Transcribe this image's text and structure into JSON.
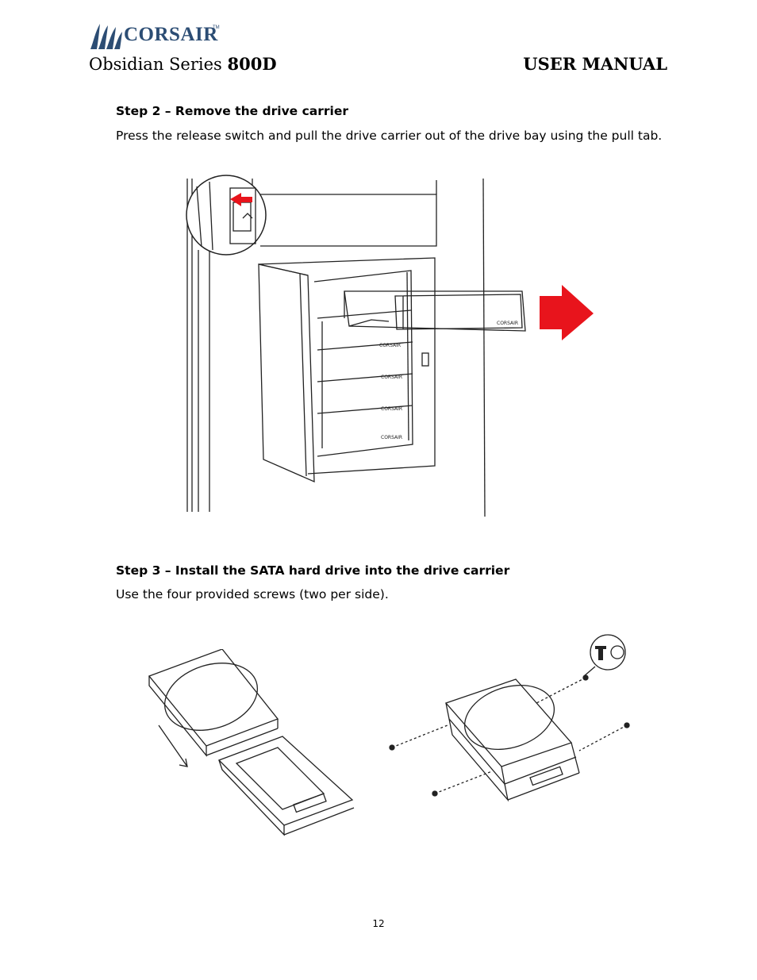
{
  "brand": {
    "name": "CORSAIR",
    "tm": "TM",
    "color": "#2c4d74"
  },
  "header": {
    "series": "Obsidian Series",
    "model": "800D",
    "doc_type": "USER MANUAL"
  },
  "step2": {
    "title": "Step 2 – Remove the drive carrier",
    "text": "Press the release switch and pull the drive carrier out of the drive bay using the pull tab."
  },
  "step3": {
    "title": "Step 3 – Install the SATA hard drive into the drive carrier",
    "text": "Use the four provided screws (two per side)."
  },
  "figure_labels": {
    "carrier_brand": "CORSAIR"
  },
  "arrow_color": "#e8141c",
  "page_number": "12"
}
